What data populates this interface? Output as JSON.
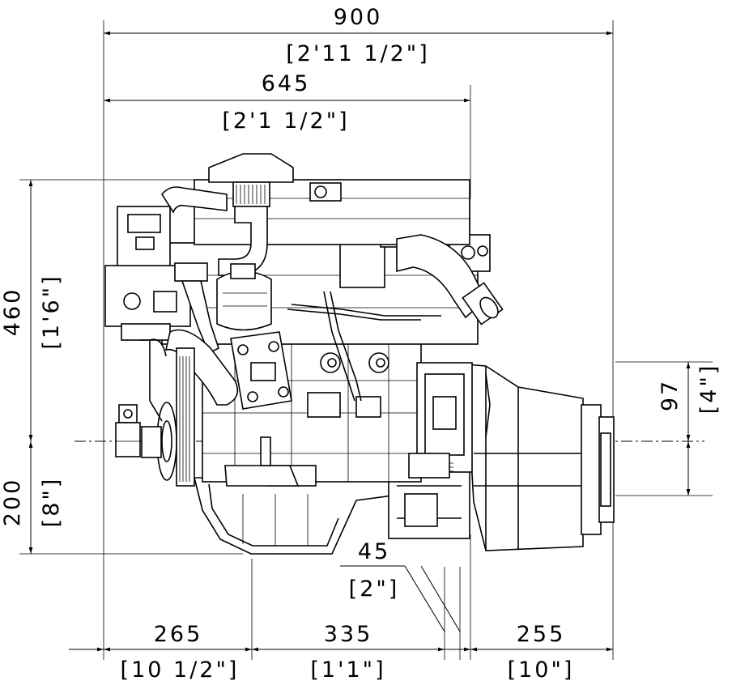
{
  "dimensions": {
    "overall_length": {
      "value": "900",
      "imperial": "[2'11 1/2\"]"
    },
    "partial_length": {
      "value": "645",
      "imperial": "[2'1 1/2\"]"
    },
    "height_upper": {
      "value": "460",
      "imperial": "[1'6\"]"
    },
    "height_lower": {
      "value": "200",
      "imperial": "[8\"]"
    },
    "shaft_offset": {
      "value": "97",
      "imperial": "[4\"]"
    },
    "offset_small": {
      "value": "45",
      "imperial": "[2\"]"
    },
    "bottom_left": {
      "value": "265",
      "imperial": "[10 1/2\"]"
    },
    "bottom_mid": {
      "value": "335",
      "imperial": "[1'1\"]"
    },
    "bottom_right": {
      "value": "255",
      "imperial": "[10\"]"
    }
  }
}
